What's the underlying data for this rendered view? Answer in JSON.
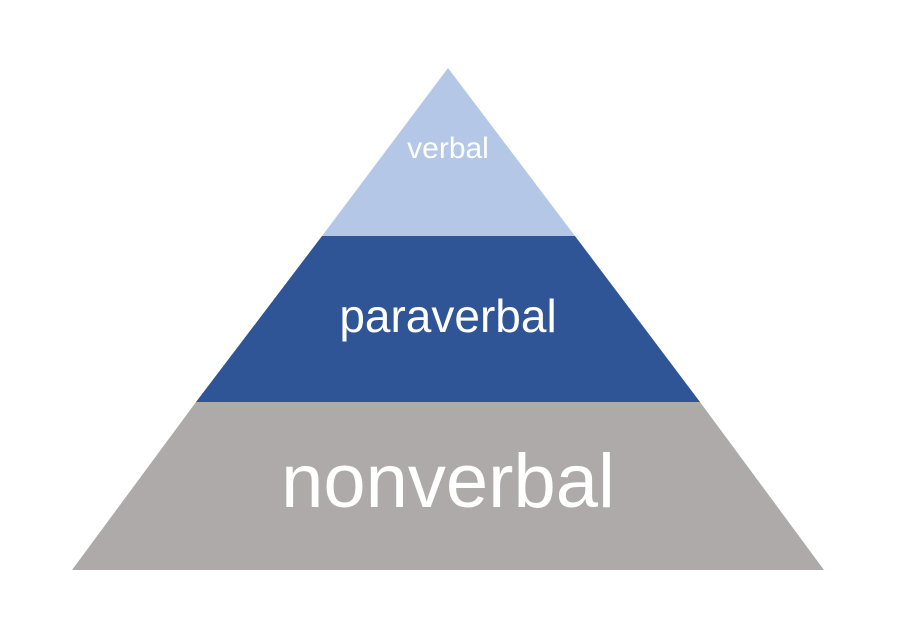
{
  "pyramid": {
    "levels": [
      {
        "label": "verbal",
        "color": "#b4c7e7"
      },
      {
        "label": "paraverbal",
        "color": "#2f5597"
      },
      {
        "label": "nonverbal",
        "color": "#aeaaaa"
      }
    ]
  }
}
